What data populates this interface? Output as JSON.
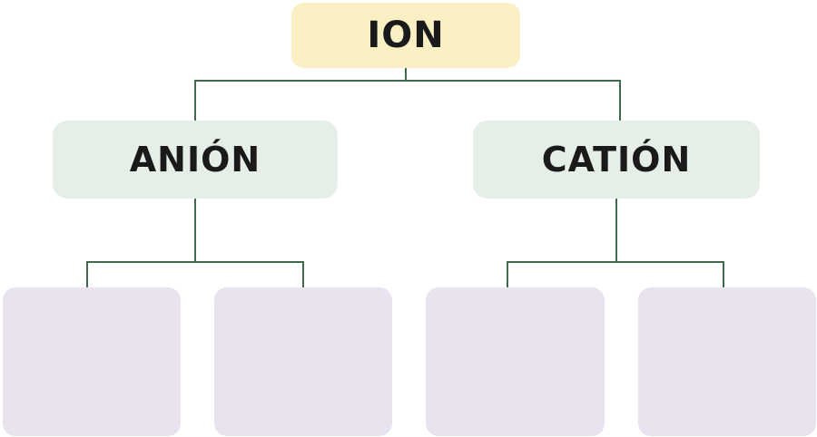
{
  "diagram": {
    "root": {
      "label": "ION"
    },
    "branches": [
      {
        "label": "ANIÓN"
      },
      {
        "label": "CATIÓN"
      }
    ],
    "leaves": [
      {
        "label": ""
      },
      {
        "label": ""
      },
      {
        "label": ""
      },
      {
        "label": ""
      }
    ]
  },
  "colors": {
    "root_fill": "#faf0c4",
    "branch_fill": "#e5efe7",
    "leaf_fill": "#e8e3ef",
    "connector": "#3f6b4c",
    "text": "#1a1a1a"
  }
}
